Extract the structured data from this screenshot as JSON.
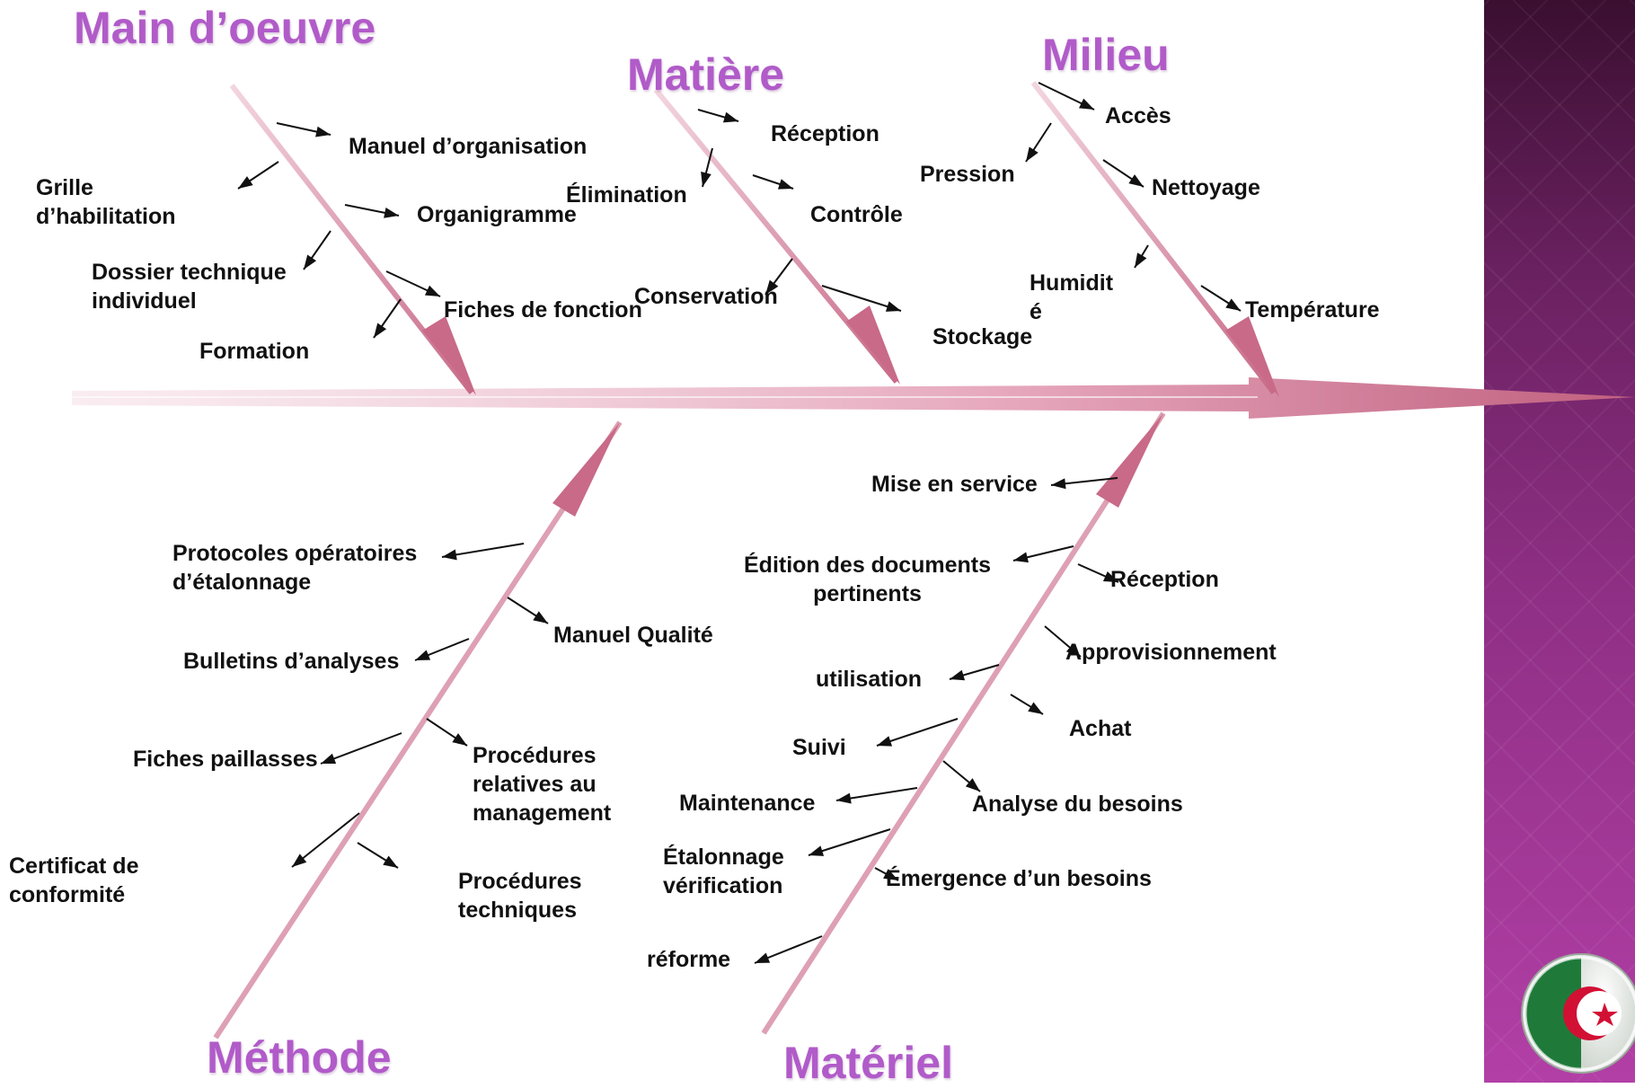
{
  "categories": {
    "main_doeuvre": "Main d’oeuvre",
    "matiere": "Matière",
    "milieu": "Milieu",
    "methode": "Méthode",
    "materiel": "Matériel"
  },
  "main_doeuvre_items": {
    "manuel_organisation": "Manuel d’organisation",
    "grille_habilitation": "Grille\nd’habilitation",
    "organigramme": "Organigramme",
    "dossier_technique": "Dossier  technique\nindividuel",
    "fiches_fonction": "Fiches de fonction",
    "formation": "Formation"
  },
  "matiere_items": {
    "reception": "Réception",
    "elimination": "Élimination",
    "controle": "Contrôle",
    "conservation": "Conservation",
    "stockage": "Stockage"
  },
  "milieu_items": {
    "acces": "Accès",
    "pression": "Pression",
    "nettoyage": "Nettoyage",
    "humidite": "Humidit\né",
    "temperature": "Température"
  },
  "methode_items": {
    "protocoles": "Protocoles opératoires\nd’étalonnage",
    "manuel_qualite": "Manuel Qualité",
    "bulletins": "Bulletins d’analyses",
    "fiches_paillasses": "Fiches paillasses",
    "procedures_management": "Procédures\nrelatives au\nmanagement",
    "certificat": "Certificat de\nconformité",
    "procedures_techniques": "Procédures\ntechniques"
  },
  "materiel_items": {
    "mise_en_service": "Mise en service",
    "edition_documents": "Édition des documents\npertinents",
    "reception": "Réception",
    "approvisionnement": "Approvisionnement",
    "utilisation": "utilisation",
    "achat": "Achat",
    "suivi": "Suivi",
    "maintenance": "Maintenance",
    "analyse_besoins": "Analyse du besoins",
    "etalonnage_verification": "Étalonnage\nvérification",
    "emergence_besoins": "Émergence d’un besoins",
    "reforme": "réforme"
  },
  "colors": {
    "category_text": "#b15bc9",
    "bone": "#d98aa6",
    "bone_dark": "#b0536f",
    "panel_top": "#3a0f30",
    "panel_bottom": "#b23fa6"
  },
  "icons": {
    "flag_badge": "algeria-flag-icon"
  }
}
